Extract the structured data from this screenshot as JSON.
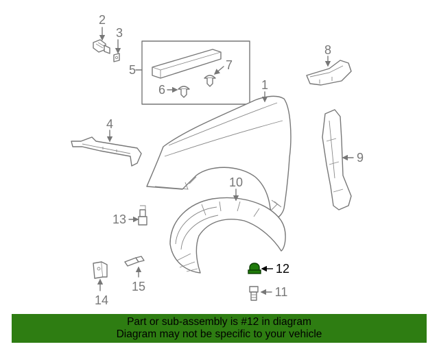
{
  "callouts": [
    {
      "id": "c1",
      "text": "1"
    },
    {
      "id": "c2",
      "text": "2"
    },
    {
      "id": "c3",
      "text": "3"
    },
    {
      "id": "c4",
      "text": "4"
    },
    {
      "id": "c5",
      "text": "5"
    },
    {
      "id": "c6",
      "text": "6"
    },
    {
      "id": "c7",
      "text": "7"
    },
    {
      "id": "c8",
      "text": "8"
    },
    {
      "id": "c9",
      "text": "9"
    },
    {
      "id": "c10",
      "text": "10"
    },
    {
      "id": "c11",
      "text": "11"
    },
    {
      "id": "c12",
      "text": "12"
    },
    {
      "id": "c13",
      "text": "13"
    },
    {
      "id": "c14",
      "text": "14"
    },
    {
      "id": "c15",
      "text": "15"
    }
  ],
  "highlight": {
    "part": "12",
    "color": "#1f7a0a"
  },
  "banner": {
    "line1": "Part or sub-assembly is #12 in diagram",
    "line2": "Diagram may not be specific to your vehicle",
    "background": "#2e7d12"
  }
}
